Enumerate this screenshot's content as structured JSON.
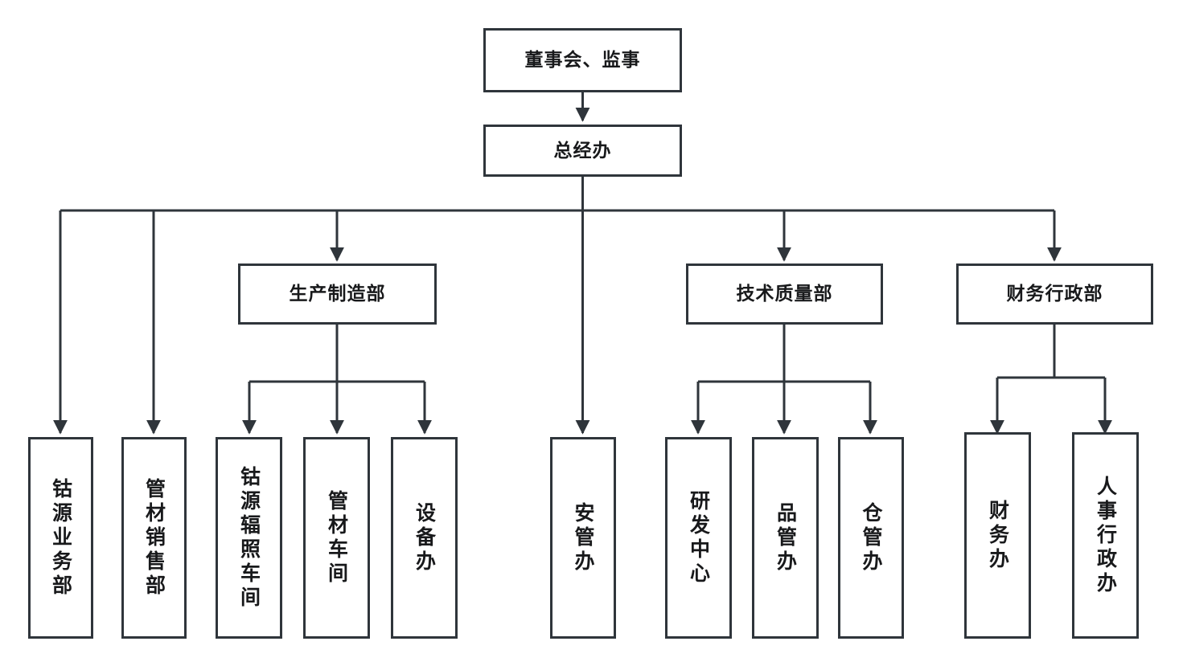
{
  "diagram": {
    "type": "org-chart",
    "title": "",
    "colors": {
      "line": "#2f353b",
      "box_border": "#2f353b",
      "box_fill": "#ffffff",
      "text": "#18191b",
      "background": "#ffffff"
    },
    "levels": {
      "level1": "board",
      "level2": "general-manager-office",
      "level3": "departments",
      "level4": "sub-units"
    }
  },
  "nodes": {
    "board": {
      "label": "董事会、监事",
      "orientation": "horizontal",
      "level": 1
    },
    "gm_office": {
      "label": "总经办",
      "orientation": "horizontal",
      "level": 2
    },
    "production_dept": {
      "label": "生产制造部",
      "orientation": "horizontal",
      "level": 3
    },
    "tech_quality_dept": {
      "label": "技术质量部",
      "orientation": "horizontal",
      "level": 3
    },
    "finance_admin_dept": {
      "label": "财务行政部",
      "orientation": "horizontal",
      "level": 3
    },
    "cobalt_business": {
      "label": "钴源业务部",
      "orientation": "vertical",
      "level": 4
    },
    "pipe_sales": {
      "label": "管材销售部",
      "orientation": "vertical",
      "level": 4
    },
    "cobalt_irradiation_workshop": {
      "label": "钴源辐照车间",
      "orientation": "vertical",
      "level": 4
    },
    "pipe_workshop": {
      "label": "管材车间",
      "orientation": "vertical",
      "level": 4
    },
    "equipment_office": {
      "label": "设备办",
      "orientation": "vertical",
      "level": 4
    },
    "safety_office": {
      "label": "安管办",
      "orientation": "vertical",
      "level": 4
    },
    "rd_center": {
      "label": "研发中心",
      "orientation": "vertical",
      "level": 4
    },
    "quality_office": {
      "label": "品管办",
      "orientation": "vertical",
      "level": 4
    },
    "warehouse_office": {
      "label": "仓管办",
      "orientation": "vertical",
      "level": 4
    },
    "finance_office": {
      "label": "财务办",
      "orientation": "vertical",
      "level": 4
    },
    "hr_admin_office": {
      "label": "人事行政办",
      "orientation": "vertical",
      "level": 4
    }
  },
  "edges": [
    {
      "from": "board",
      "to": "gm_office"
    },
    {
      "from": "gm_office",
      "to": "cobalt_business"
    },
    {
      "from": "gm_office",
      "to": "pipe_sales"
    },
    {
      "from": "gm_office",
      "to": "production_dept"
    },
    {
      "from": "gm_office",
      "to": "safety_office"
    },
    {
      "from": "gm_office",
      "to": "tech_quality_dept"
    },
    {
      "from": "gm_office",
      "to": "finance_admin_dept"
    },
    {
      "from": "production_dept",
      "to": "cobalt_irradiation_workshop"
    },
    {
      "from": "production_dept",
      "to": "pipe_workshop"
    },
    {
      "from": "production_dept",
      "to": "equipment_office"
    },
    {
      "from": "tech_quality_dept",
      "to": "rd_center"
    },
    {
      "from": "tech_quality_dept",
      "to": "quality_office"
    },
    {
      "from": "tech_quality_dept",
      "to": "warehouse_office"
    },
    {
      "from": "finance_admin_dept",
      "to": "finance_office"
    },
    {
      "from": "finance_admin_dept",
      "to": "hr_admin_office"
    }
  ]
}
